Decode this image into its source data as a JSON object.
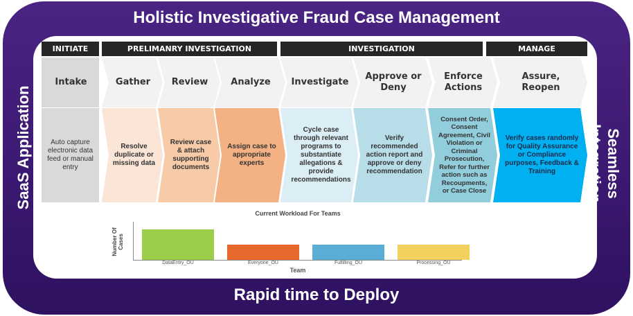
{
  "title": "Holistic Investigative Fraud Case Management",
  "left_label": "SaaS Application",
  "right_label": "Seamless Integration",
  "bottom_label": "Rapid time to Deploy",
  "phases": [
    "INITIATE",
    "PRELIMANRY INVESTIGATION",
    "INVESTIGATION",
    "MANAGE"
  ],
  "stages": [
    {
      "name": "Intake",
      "desc": "Auto capture electronic data feed or manual entry",
      "color": "#d9d9d9"
    },
    {
      "name": "Gather",
      "desc": "Resolve duplicate or missing data",
      "color": "#fbe5d6"
    },
    {
      "name": "Review",
      "desc": "Review case & attach supporting documents",
      "color": "#f8cba8"
    },
    {
      "name": "Analyze",
      "desc": "Assign case to appropriate experts",
      "color": "#f4b183"
    },
    {
      "name": "Investigate",
      "desc": "Cycle case through relevant programs to substantiate allegations & provide recommendations",
      "color": "#dbeef5"
    },
    {
      "name": "Approve or Deny",
      "desc": "Verify recommended action report and approve or deny recommendation",
      "color": "#b7dde8"
    },
    {
      "name": "Enforce Actions",
      "desc": "Consent Order, Consent Agreement, Civil Violation or Criminal Prosecution, Refer for further action such as Recoupments, or Case Close",
      "color": "#92cddc"
    },
    {
      "name": "Assure, Reopen",
      "desc": "Verify cases randomly for Quality Assurance or Compliance purposes, Feedback & Training",
      "color": "#00b0f0"
    }
  ],
  "chart_data": {
    "type": "bar",
    "title": "Current Workload For Teams",
    "xlabel": "Team",
    "ylabel": "Number Of Cases",
    "categories": [
      "DataEntry_OU",
      "Everyone_OU",
      "Fulfilling_OU",
      "Processing_OU"
    ],
    "values": [
      2,
      1,
      1,
      1
    ],
    "colors": [
      "#9acd48",
      "#e4692b",
      "#5aaed6",
      "#f2d15c"
    ],
    "ylim": [
      0,
      2.5
    ]
  }
}
